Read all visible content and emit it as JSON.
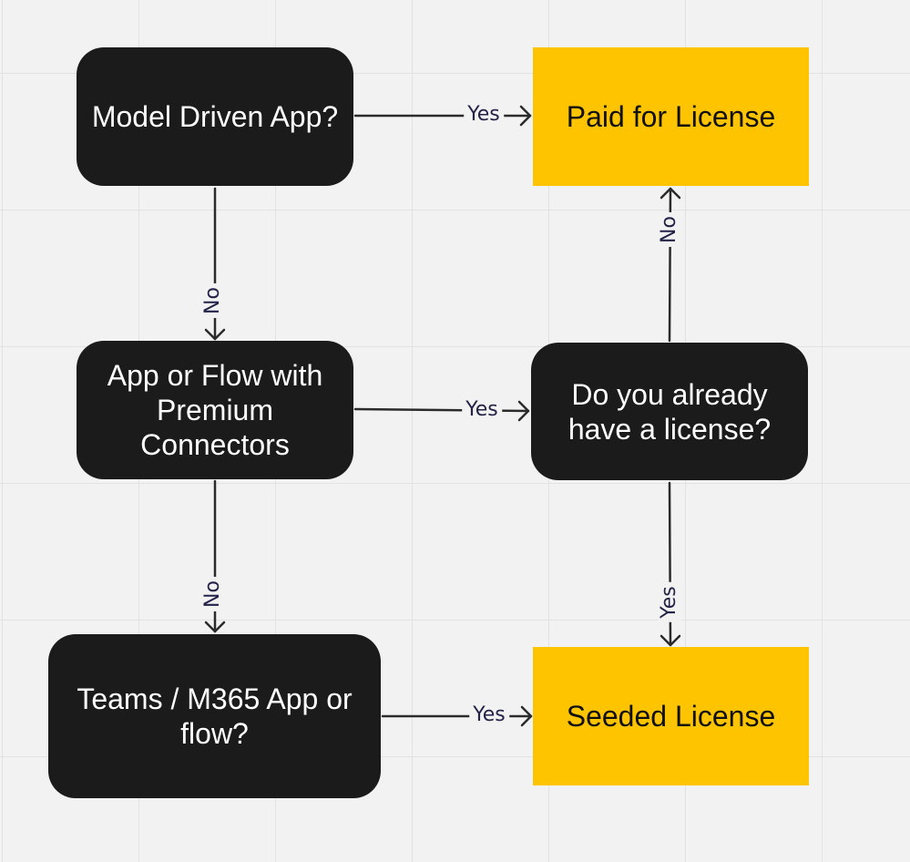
{
  "nodes": {
    "model_driven": "Model Driven App?",
    "premium": "App or Flow with Premium Connectors",
    "teams": "Teams / M365 App or flow?",
    "paid": "Paid for License",
    "already": "Do you already have a license?",
    "seeded": "Seeded License"
  },
  "edges": {
    "model_to_paid": "Yes",
    "model_to_premium": "No",
    "premium_to_already": "Yes",
    "premium_to_teams": "No",
    "already_to_paid": "No",
    "already_to_seeded": "Yes",
    "teams_to_seeded": "Yes"
  },
  "colors": {
    "decision_fill": "#1b1b1b",
    "outcome_fill": "#fec400",
    "connector": "#2b2b2b",
    "label_text": "#23234a"
  }
}
